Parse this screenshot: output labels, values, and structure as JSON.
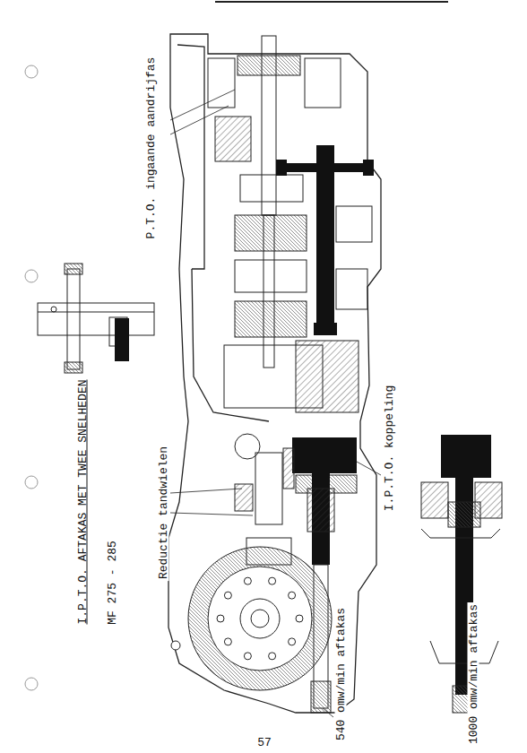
{
  "diagram": {
    "title": "I.P.T.O. AFTAKAS MET TWEE SNELHEDEN",
    "labels": [
      "MF 275 - 285",
      "P.T.O. ingaande aandrijfas",
      "Reductie tandwielen",
      "I.P.T.O. koppeling",
      "540 omw/min aftakas",
      "1000 omw/min aftakas",
      "57"
    ]
  }
}
